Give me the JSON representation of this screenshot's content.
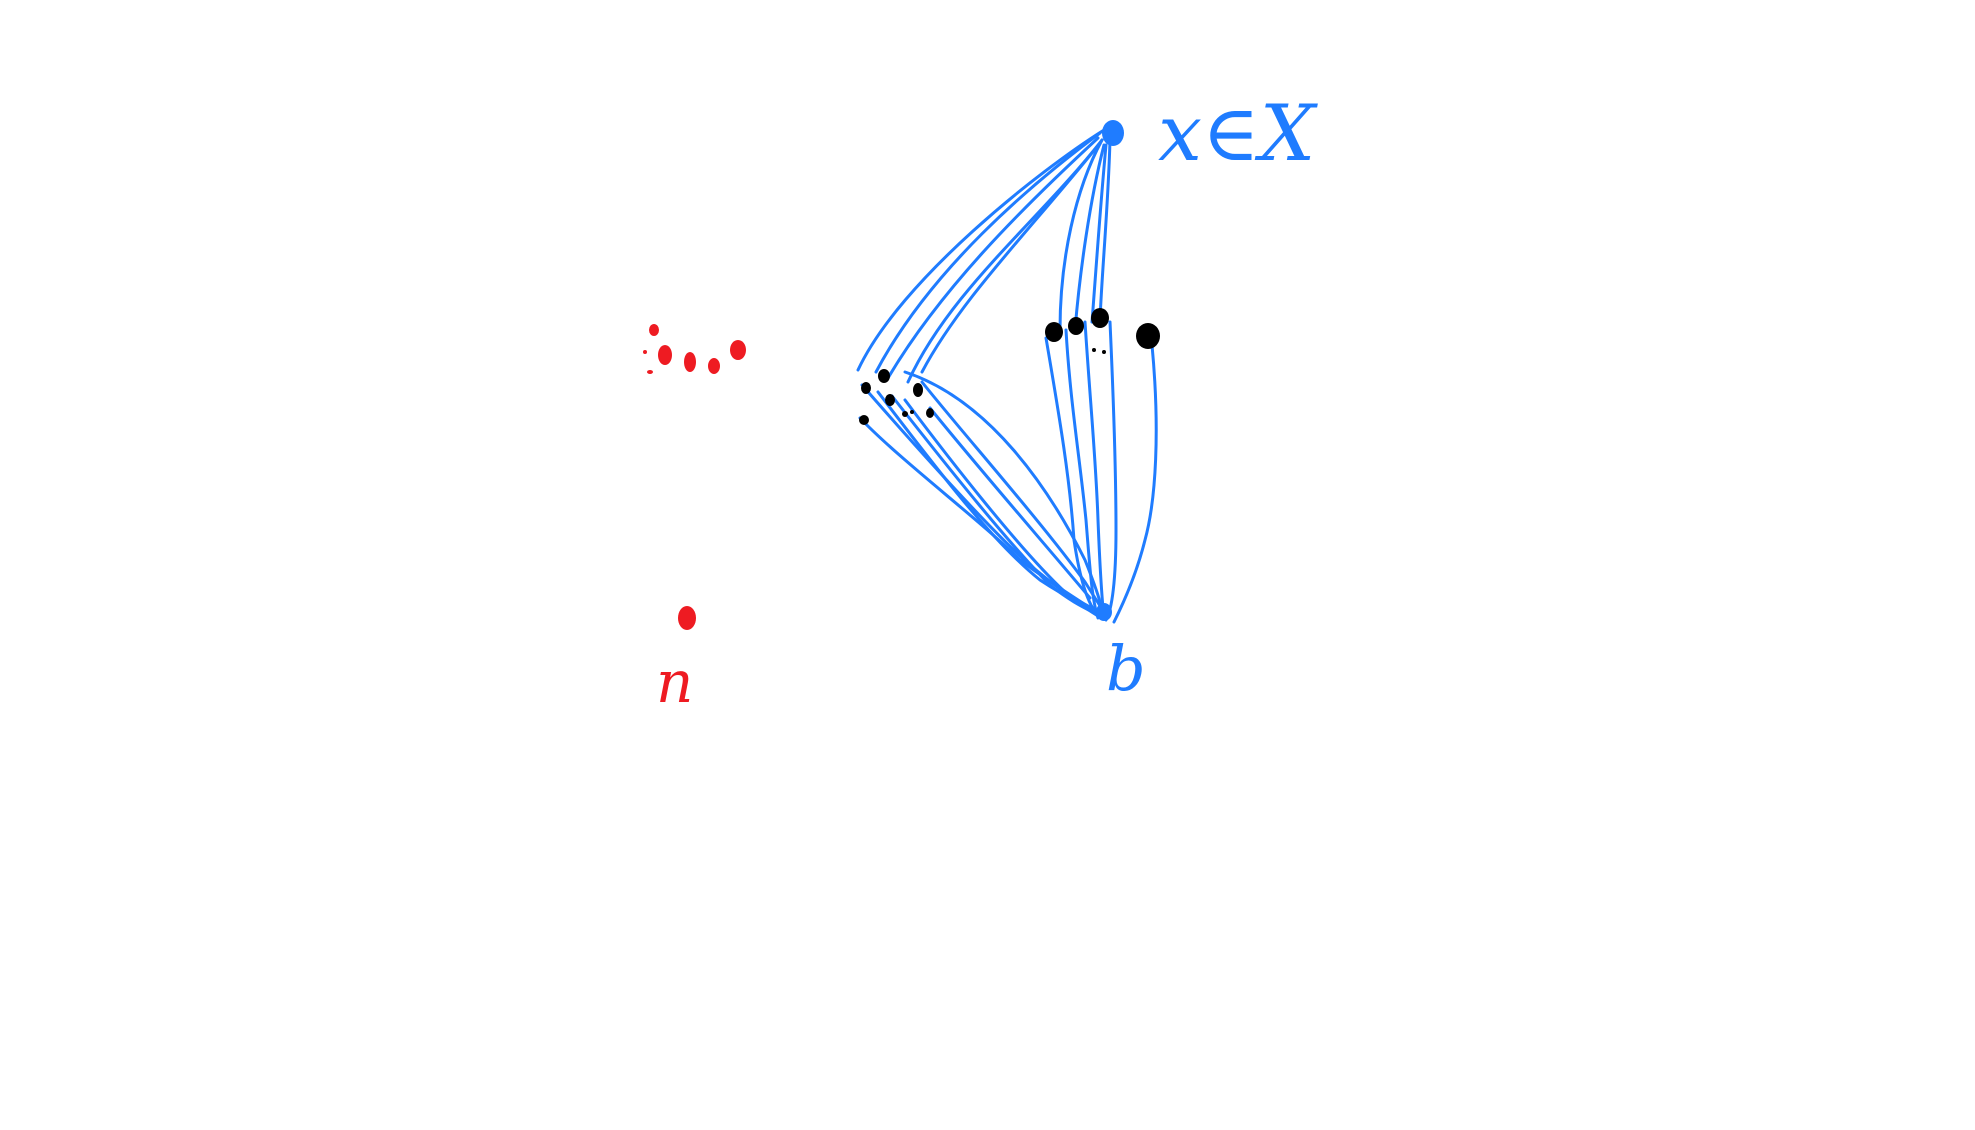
{
  "labels": {
    "x_in_X": "x∈X",
    "b": "b",
    "n": "n"
  },
  "colors": {
    "blue": "#1f7cff",
    "red": "#ee1b22",
    "black": "#000000",
    "background": "#ffffff"
  }
}
